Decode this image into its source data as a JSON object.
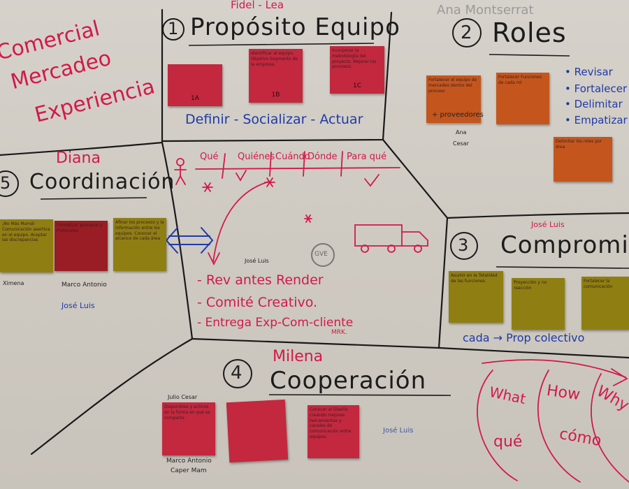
{
  "colors": {
    "red_marker": "#d11a48",
    "blue_marker": "#1f3aa8",
    "black_marker": "#222222",
    "paper": "#d3cec6"
  },
  "header": {
    "left_lines": [
      "Comercial",
      "Mercadeo",
      "Experiencia"
    ],
    "author_top": "Fidel - Lea",
    "author_top_right": "Ana Montserrat"
  },
  "s1": {
    "number": "1",
    "title": "Propósito Equipo",
    "verbs": "Definir - Socializar - Actuar",
    "notes": [
      {
        "tag": "1A",
        "text": ""
      },
      {
        "tag": "1B",
        "text": "Identificar al equipo. Objetivo Segmento de la empresa."
      },
      {
        "tag": "1C",
        "text": "Incorporar la metodología del proyecto. Mejorar los procesos."
      }
    ]
  },
  "s2": {
    "number": "2",
    "title": "Roles",
    "items": [
      "Revisar",
      "Fortalecer",
      "Delimitar",
      "Empatizar"
    ],
    "plus": "+ proveedores",
    "names": [
      "Ana",
      "Cesar"
    ],
    "notes": [
      "Fortalecer el equipo de mercadeo dentro del proceso",
      "Fortalecer Funciones de cada rol",
      "Delimitar los roles por área"
    ]
  },
  "s3": {
    "number": "3",
    "title": "Compromiso",
    "author": "José Luis",
    "footer": "cada → Prop colectivo",
    "notes": [
      "Asumir en la Totalidad de las funciones.",
      "Proyección y no reacción",
      "Fortalecer la comunicación"
    ]
  },
  "s4": {
    "number": "4",
    "title": "Cooperación",
    "author": "Milena",
    "names_left": [
      "Julio Cesar"
    ],
    "names_bottom": [
      "Marco Antonio",
      "Caper Mam"
    ],
    "name_right": "José Luis",
    "notes": [
      "Disponibles y activos en la forma en que se comparte",
      "",
      "Conocer el Diseño creando mejores herramientas y canales de comunicación entre equipos"
    ]
  },
  "s5": {
    "number": "5",
    "title": "Coordinación",
    "author": "Diana",
    "names": [
      "Ximena",
      "Marco Antonio",
      "José Luis"
    ],
    "notes": [
      "¡No Más Mamá! Comunicación asertiva en el equipo. Aceptar las discrepancias",
      "Formalizar procesos y Protocolos",
      "Afinar los procesos y la información entre los equipos. Conocer el alcance de cada área"
    ]
  },
  "center": {
    "questions": [
      "Qué",
      "Quiénes",
      "Cuándo",
      "Dónde",
      "Para qué"
    ],
    "truck": "GVE",
    "name": "José Luis",
    "list": [
      "- Rev antes Render",
      "- Comité Creativo.",
      "- Entrega Exp-Com-cliente"
    ],
    "list_sub": "MRK."
  },
  "bottom_right": {
    "words": [
      "What",
      "How",
      "Why",
      "qué",
      "cómo"
    ]
  }
}
